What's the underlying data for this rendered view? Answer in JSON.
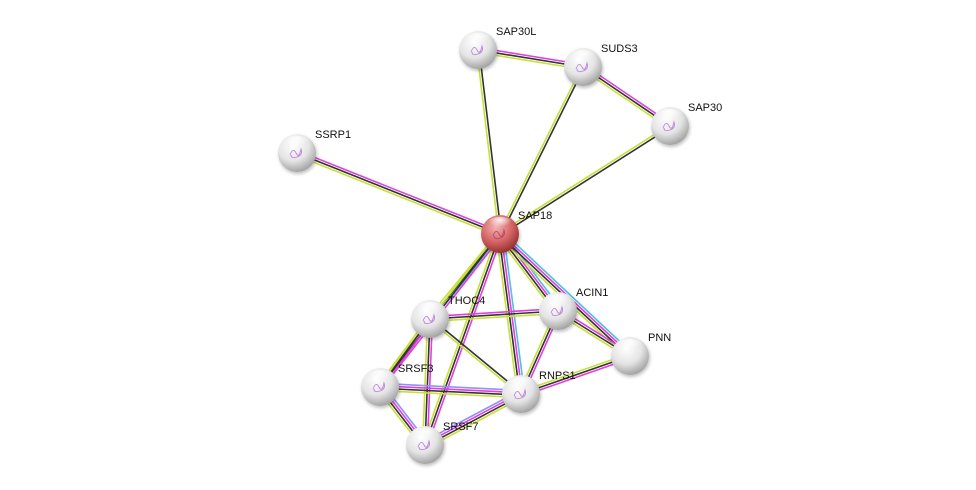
{
  "diagram": {
    "type": "protein-interaction-network",
    "edge_colors": {
      "experimental": "#e040e0",
      "database": "#4fc0e0",
      "textmining": "#c8e038",
      "coexpression": "#333333",
      "homology": "#9090ff"
    },
    "node_colors": {
      "query": "#d05a5a",
      "default": "#e0e0e0"
    },
    "nodes": [
      {
        "id": "SAP18",
        "label": "SAP18",
        "query": true
      },
      {
        "id": "SAP30L",
        "label": "SAP30L",
        "query": false
      },
      {
        "id": "SUDS3",
        "label": "SUDS3",
        "query": false
      },
      {
        "id": "SAP30",
        "label": "SAP30",
        "query": false
      },
      {
        "id": "SSRP1",
        "label": "SSRP1",
        "query": false
      },
      {
        "id": "THOC4",
        "label": "THOC4",
        "query": false
      },
      {
        "id": "ACIN1",
        "label": "ACIN1",
        "query": false
      },
      {
        "id": "PNN",
        "label": "PNN",
        "query": false
      },
      {
        "id": "SRSF3",
        "label": "SRSF3",
        "query": false
      },
      {
        "id": "RNPS1",
        "label": "RNPS1",
        "query": false
      },
      {
        "id": "SRSF7",
        "label": "SRSF7",
        "query": false
      }
    ],
    "edges": [
      {
        "source": "SAP30L",
        "target": "SUDS3",
        "evidence": [
          "experimental",
          "coexpression",
          "textmining"
        ]
      },
      {
        "source": "SUDS3",
        "target": "SAP30",
        "evidence": [
          "experimental",
          "coexpression",
          "textmining"
        ]
      },
      {
        "source": "SAP30L",
        "target": "SAP18",
        "evidence": [
          "coexpression",
          "textmining"
        ]
      },
      {
        "source": "SUDS3",
        "target": "SAP18",
        "evidence": [
          "coexpression",
          "textmining"
        ]
      },
      {
        "source": "SAP30",
        "target": "SAP18",
        "evidence": [
          "coexpression",
          "textmining"
        ]
      },
      {
        "source": "SSRP1",
        "target": "SAP18",
        "evidence": [
          "experimental",
          "coexpression",
          "textmining"
        ]
      },
      {
        "source": "SAP18",
        "target": "THOC4",
        "evidence": [
          "database",
          "coexpression",
          "textmining"
        ]
      },
      {
        "source": "SAP18",
        "target": "SRSF3",
        "evidence": [
          "experimental",
          "coexpression",
          "textmining"
        ]
      },
      {
        "source": "SAP18",
        "target": "SRSF7",
        "evidence": [
          "experimental",
          "coexpression",
          "textmining"
        ]
      },
      {
        "source": "SAP18",
        "target": "RNPS1",
        "evidence": [
          "database",
          "experimental",
          "coexpression",
          "textmining"
        ]
      },
      {
        "source": "SAP18",
        "target": "ACIN1",
        "evidence": [
          "database",
          "experimental",
          "coexpression",
          "textmining"
        ]
      },
      {
        "source": "SAP18",
        "target": "PNN",
        "evidence": [
          "database",
          "experimental",
          "coexpression",
          "textmining"
        ]
      },
      {
        "source": "THOC4",
        "target": "ACIN1",
        "evidence": [
          "experimental",
          "coexpression",
          "textmining"
        ]
      },
      {
        "source": "THOC4",
        "target": "RNPS1",
        "evidence": [
          "coexpression",
          "textmining"
        ]
      },
      {
        "source": "THOC4",
        "target": "SRSF3",
        "evidence": [
          "experimental",
          "coexpression",
          "textmining"
        ]
      },
      {
        "source": "THOC4",
        "target": "SRSF7",
        "evidence": [
          "experimental",
          "coexpression",
          "textmining"
        ]
      },
      {
        "source": "ACIN1",
        "target": "PNN",
        "evidence": [
          "experimental",
          "coexpression",
          "textmining"
        ]
      },
      {
        "source": "ACIN1",
        "target": "RNPS1",
        "evidence": [
          "experimental",
          "coexpression",
          "textmining"
        ]
      },
      {
        "source": "PNN",
        "target": "RNPS1",
        "evidence": [
          "experimental",
          "coexpression",
          "textmining"
        ]
      },
      {
        "source": "SRSF3",
        "target": "RNPS1",
        "evidence": [
          "homology",
          "experimental",
          "coexpression",
          "textmining"
        ]
      },
      {
        "source": "SRSF3",
        "target": "SRSF7",
        "evidence": [
          "homology",
          "experimental",
          "coexpression",
          "textmining"
        ]
      },
      {
        "source": "SRSF7",
        "target": "RNPS1",
        "evidence": [
          "homology",
          "experimental",
          "coexpression",
          "textmining"
        ]
      }
    ]
  }
}
